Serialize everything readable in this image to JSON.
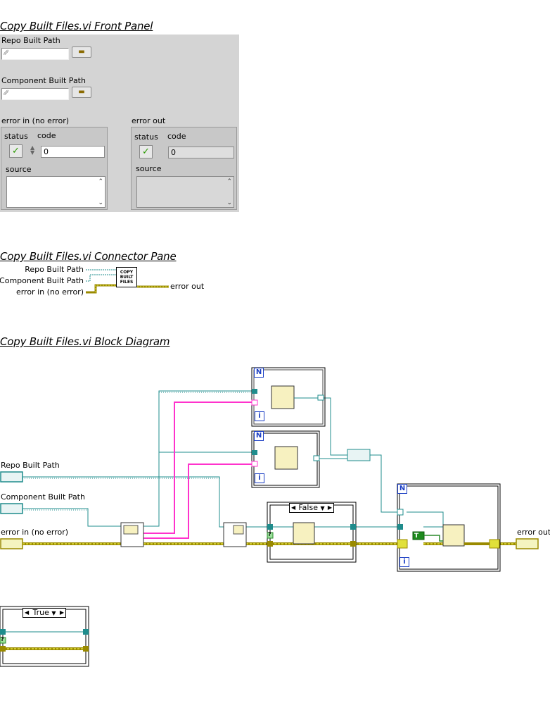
{
  "front_panel": {
    "title": "Copy Built Files.vi Front Panel",
    "repo_label": "Repo Built Path",
    "component_label": "Component Built Path",
    "error_in": {
      "label": "error in (no error)",
      "status_label": "status",
      "code_label": "code",
      "code_value": "0",
      "source_label": "source"
    },
    "error_out": {
      "label": "error out",
      "status_label": "status",
      "code_label": "code",
      "code_value": "0",
      "source_label": "source"
    }
  },
  "connector_pane": {
    "title": "Copy Built Files.vi Connector Pane",
    "inputs": [
      "Repo Built Path",
      "Component Built Path",
      "error in (no error)"
    ],
    "output": "error out",
    "icon_text": [
      "COPY",
      "BUILT",
      "FILES"
    ]
  },
  "block_diagram": {
    "title": "Copy Built Files.vi Block Diagram",
    "terminals": {
      "repo": "Repo Built Path",
      "component": "Component Built Path",
      "error_in": "error in (no error)",
      "error_out": "error out"
    },
    "case_false": "False",
    "case_true": "True",
    "loop_count": "N",
    "loop_index": "i",
    "bool_const": "T",
    "case_terminal": "?"
  },
  "colors": {
    "path_wire": "#1f8c8c",
    "string_wire": "#ff33cc",
    "error_wire": "#9a8a00",
    "error_fill": "#e0e03a",
    "panel_bg": "#d4d4d4"
  }
}
